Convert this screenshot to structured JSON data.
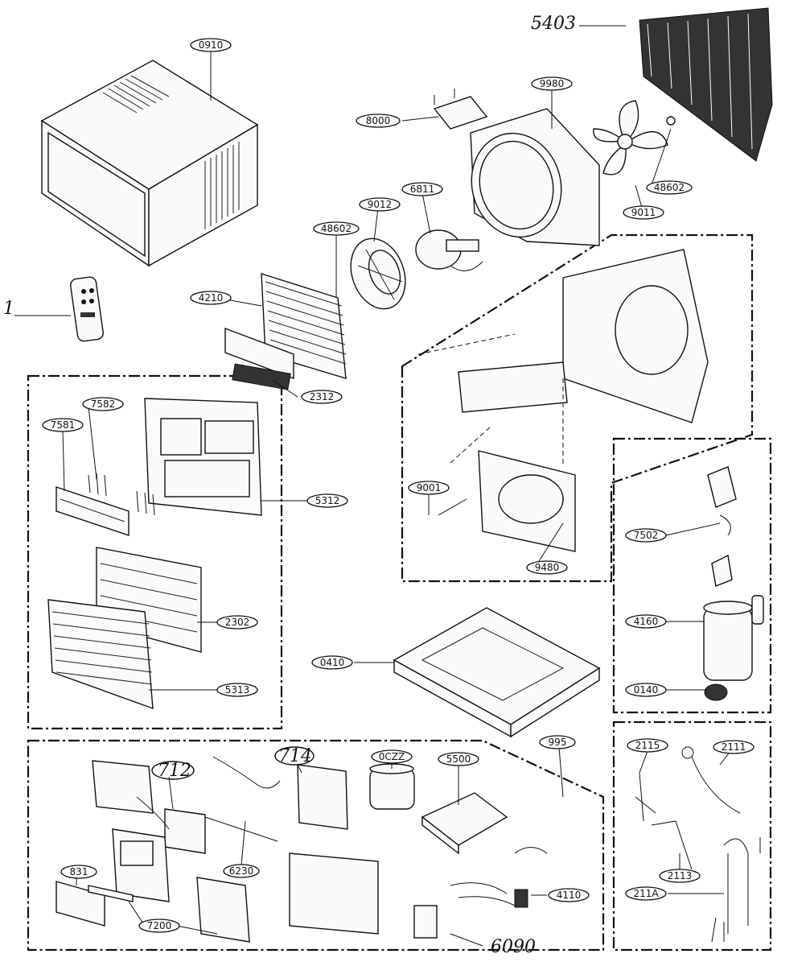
{
  "callouts": {
    "c0910": "0910",
    "c9980": "9980",
    "c8000": "8000",
    "c48602a": "48602",
    "c48602b": "48602",
    "c9011": "9011",
    "c9012": "9012",
    "c6811": "6811",
    "c4210": "4210",
    "c2312": "2312",
    "c7582": "7582",
    "c7581": "7581",
    "c5312": "5312",
    "c2302": "2302",
    "c5313": "5313",
    "c9001": "9001",
    "c9480": "9480",
    "c7502": "7502",
    "c4160": "4160",
    "c0140": "0140",
    "c0410": "0410",
    "c995": "995",
    "c0CZZ": "0CZZ",
    "c5500": "5500",
    "c831": "831",
    "c6230": "6230",
    "c7200": "7200",
    "c4110": "4110",
    "c2115": "2115",
    "c2111": "2111",
    "c2113": "2113",
    "c211A": "211A"
  },
  "handwritten": {
    "h5403": "5403",
    "h712": "712",
    "h714": "714",
    "h6090": "6090",
    "h1": "1"
  }
}
